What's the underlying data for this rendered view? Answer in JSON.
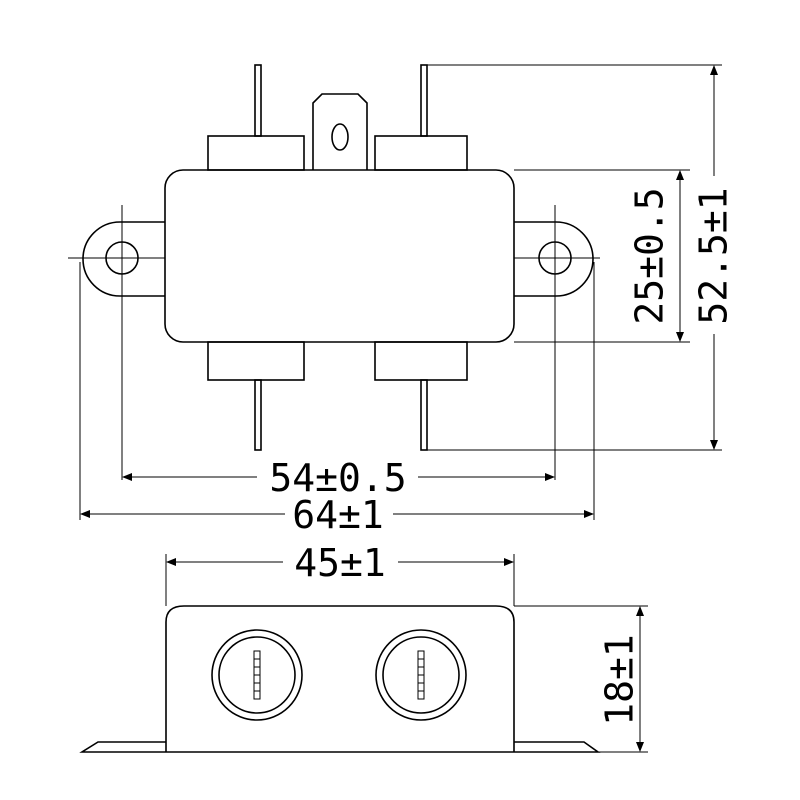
{
  "diagram": {
    "dimensions": {
      "mount_hole_spacing": "54±0.5",
      "overall_width": "64±1",
      "body_width": "45±1",
      "body_depth": "25±0.5",
      "overall_length": "52.5±1",
      "height": "18±1"
    }
  }
}
